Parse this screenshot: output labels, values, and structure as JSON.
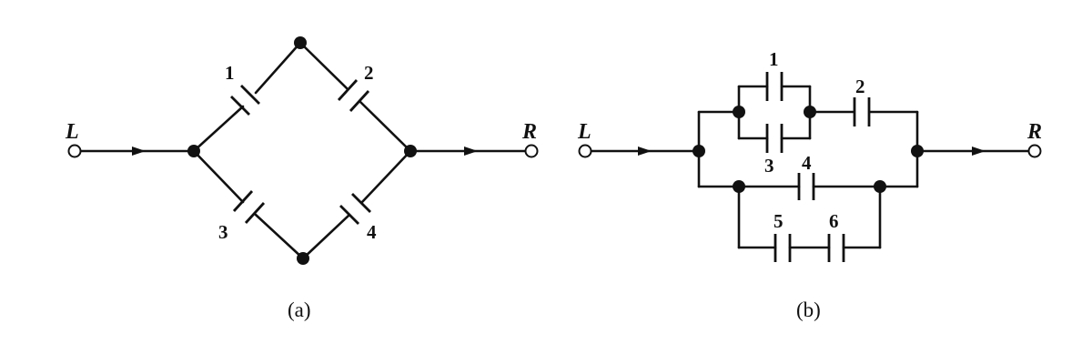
{
  "diagram_a": {
    "caption": "(a)",
    "terminal_left": "L",
    "terminal_right": "R",
    "capacitors": [
      "1",
      "2",
      "3",
      "4"
    ]
  },
  "diagram_b": {
    "caption": "(b)",
    "terminal_left": "L",
    "terminal_right": "R",
    "capacitors": [
      "1",
      "2",
      "3",
      "4",
      "5",
      "6"
    ]
  }
}
